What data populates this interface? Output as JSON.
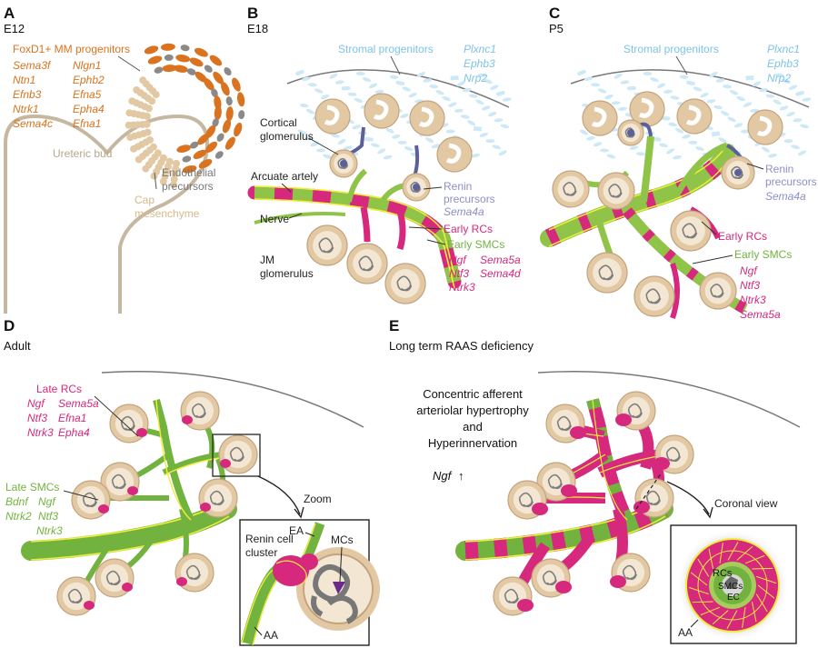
{
  "colors": {
    "orange": "#d9731f",
    "sand": "#e2c9a3",
    "sandDark": "#c4a47f",
    "blue": "#7ec3e6",
    "lightblue": "#cde9f7",
    "lavender": "#8e8fc7",
    "navy": "#5b5f9a",
    "green": "#72b33f",
    "lightgreen": "#a6cc5b",
    "yellow": "#f2ec3a",
    "magenta": "#d6287c",
    "gray": "#8a8a8a"
  },
  "panelA": {
    "letter": "A",
    "stage": "E12",
    "progenitors": "FoxD1+ MM progenitors",
    "genes_left": [
      "Sema3f",
      "Ntn1",
      "Efnb3",
      "Ntrk1",
      "Sema4c"
    ],
    "genes_right": [
      "Nlgn1",
      "Ephb2",
      "Efna5",
      "Epha4",
      "Efna1"
    ],
    "ureteric_bud": "Ureteric bud",
    "cap1": "Cap",
    "cap2": "mesenchyme",
    "endo1": "Endothelial",
    "endo2": "precursors"
  },
  "panelB": {
    "letter": "B",
    "stage": "E18",
    "stromal": "Stromal progenitors",
    "stromal_genes": [
      "Plxnc1",
      "Ephb3",
      "Nrp2"
    ],
    "cortical1": "Cortical",
    "cortical2": "glomerulus",
    "arcuate": "Arcuate artely",
    "nerve": "Nerve",
    "jm1": "JM",
    "jm2": "glomerulus",
    "renin1": "Renin",
    "renin2": "precursors",
    "renin_gene": "Sema4a",
    "early_rcs": "Early RCs",
    "early_smcs": "Early SMCs",
    "rc_genes_a": [
      "Ngf",
      "Ntf3",
      "Ntrk3"
    ],
    "rc_genes_b": [
      "Sema5a",
      "Sema4d"
    ]
  },
  "panelC": {
    "letter": "C",
    "stage": "P5",
    "stromal": "Stromal progenitors",
    "stromal_genes": [
      "Plxnc1",
      "Ephb3",
      "Nrp2"
    ],
    "renin1": "Renin",
    "renin2": "precursors",
    "renin_gene": "Sema4a",
    "early_rcs": "Early RCs",
    "early_smcs": "Early SMCs",
    "genes": [
      "Ngf",
      "Ntf3",
      "Ntrk3",
      "Sema5a"
    ]
  },
  "panelD": {
    "letter": "D",
    "stage": "Adult",
    "late_rcs": "Late RCs",
    "rc_genes_left": [
      "Ngf",
      "Ntf3",
      "Ntrk3"
    ],
    "rc_genes_right": [
      "Sema5a",
      "Efna1",
      "Epha4"
    ],
    "late_smcs": "Late SMCs",
    "smc_row1": [
      "Bdnf",
      "Ngf"
    ],
    "smc_row2": [
      "Ntrk2",
      "Ntf3"
    ],
    "smc_row3": [
      "Ntrk3"
    ],
    "zoom": "Zoom",
    "ea": "EA",
    "mcs": "MCs",
    "renin_cell1": "Renin cell",
    "renin_cell2": "cluster",
    "aa": "AA"
  },
  "panelE": {
    "letter": "E",
    "stage": "Long term RAAS deficiency",
    "lines": [
      "Concentric afferent",
      "arteriolar hypertrophy",
      "and",
      "Hyperinnervation"
    ],
    "ngf": "Ngf",
    "arrow": "↑",
    "coronal": "Coronal view",
    "rcs": "RCs",
    "smcs": "SMCs",
    "ec": "EC",
    "aa": "AA"
  }
}
